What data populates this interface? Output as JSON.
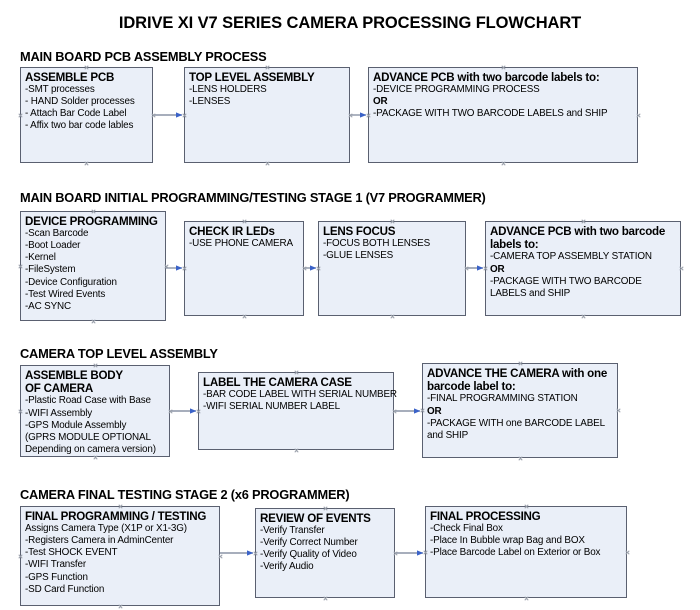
{
  "document": {
    "title": "IDRIVE XI V7 SERIES CAMERA PROCESSING FLOWCHART"
  },
  "colors": {
    "node_fill": "#eaeff8",
    "node_border": "#5a6070",
    "connector": "#8a93a6",
    "arrowhead": "#3a62c8",
    "text": "#000000"
  },
  "sections": [
    {
      "header": "MAIN BOARD PCB ASSEMBLY PROCESS",
      "nodes": [
        {
          "title": "ASSEMBLE PCB",
          "lines": [
            {
              "text": "-SMT processes",
              "bold": false
            },
            {
              "text": "- HAND Solder processes",
              "bold": false
            },
            {
              "text": "- Attach Bar Code Label",
              "bold": false
            },
            {
              "text": "- Affix two bar code lables",
              "bold": false
            }
          ]
        },
        {
          "title": "TOP LEVEL ASSEMBLY",
          "lines": [
            {
              "text": "-LENS HOLDERS",
              "bold": false
            },
            {
              "text": "-LENSES",
              "bold": false
            }
          ]
        },
        {
          "title": "ADVANCE PCB with two barcode labels to:",
          "lines": [
            {
              "text": "-DEVICE PROGRAMMING PROCESS",
              "bold": false
            },
            {
              "text": "OR",
              "bold": true
            },
            {
              "text": "-PACKAGE WITH TWO BARCODE LABELS and SHIP",
              "bold": false
            }
          ]
        }
      ]
    },
    {
      "header": "MAIN BOARD INITIAL PROGRAMMING/TESTING STAGE 1 (V7 PROGRAMMER)",
      "nodes": [
        {
          "title": "DEVICE PROGRAMMING",
          "lines": [
            {
              "text": "-Scan Barcode",
              "bold": false
            },
            {
              "text": "-Boot Loader",
              "bold": false
            },
            {
              "text": "-Kernel",
              "bold": false
            },
            {
              "text": "-FileSystem",
              "bold": false
            },
            {
              "text": "-Device Configuration",
              "bold": false
            },
            {
              "text": "-Test Wired Events",
              "bold": false
            },
            {
              "text": "-AC SYNC",
              "bold": false
            }
          ]
        },
        {
          "title": "CHECK IR LEDs",
          "lines": [
            {
              "text": "-USE PHONE CAMERA",
              "bold": false
            }
          ]
        },
        {
          "title": "LENS FOCUS",
          "lines": [
            {
              "text": "-FOCUS BOTH LENSES",
              "bold": false
            },
            {
              "text": "-GLUE LENSES",
              "bold": false
            }
          ]
        },
        {
          "title": "ADVANCE PCB with two barcode labels to:",
          "lines": [
            {
              "text": "-CAMERA TOP ASSEMBLY STATION",
              "bold": false
            },
            {
              "text": "OR",
              "bold": true
            },
            {
              "text": "-PACKAGE WITH TWO BARCODE LABELS and SHIP",
              "bold": false
            }
          ]
        }
      ]
    },
    {
      "header": "CAMERA TOP LEVEL ASSEMBLY",
      "nodes": [
        {
          "title": "ASSEMBLE BODY OF CAMERA",
          "lines": [
            {
              "text": "-Plastic Road Case with Base",
              "bold": false
            },
            {
              "text": "-WIFI Assembly",
              "bold": false
            },
            {
              "text": "-GPS Module Assembly",
              "bold": false
            },
            {
              "text": "(GPRS MODULE OPTIONAL",
              "bold": false
            },
            {
              "text": "Depending on camera version)",
              "bold": false
            }
          ]
        },
        {
          "title": "LABEL THE CAMERA CASE",
          "lines": [
            {
              "text": "-BAR CODE LABEL WITH SERIAL NUMBER",
              "bold": false
            },
            {
              "text": "-WIFI SERIAL NUMBER LABEL",
              "bold": false
            }
          ]
        },
        {
          "title": "ADVANCE THE CAMERA with one barcode label to:",
          "lines": [
            {
              "text": "-FINAL PROGRAMMING STATION",
              "bold": false
            },
            {
              "text": "OR",
              "bold": true
            },
            {
              "text": "-PACKAGE WITH one BARCODE LABEL and SHIP",
              "bold": false
            }
          ]
        }
      ]
    },
    {
      "header": "CAMERA FINAL TESTING STAGE 2 (x6 PROGRAMMER)",
      "nodes": [
        {
          "title": "FINAL PROGRAMMING / TESTING",
          "lines": [
            {
              "text": "Assigns Camera Type (X1P or X1-3G)",
              "bold": false
            },
            {
              "text": "-Registers Camera in AdminCenter",
              "bold": false
            },
            {
              "text": "-Test SHOCK EVENT",
              "bold": false
            },
            {
              "text": "-WIFI Transfer",
              "bold": false
            },
            {
              "text": "-GPS Function",
              "bold": false
            },
            {
              "text": "-SD Card Function",
              "bold": false
            }
          ]
        },
        {
          "title": "REVIEW OF EVENTS",
          "lines": [
            {
              "text": "-Verify Transfer",
              "bold": false
            },
            {
              "text": "-Verify Correct Number",
              "bold": false
            },
            {
              "text": "-Verify Quality of Video",
              "bold": false
            },
            {
              "text": "-Verify Audio",
              "bold": false
            }
          ]
        },
        {
          "title": "FINAL PROCESSING",
          "lines": [
            {
              "text": " -Check Final Box",
              "bold": false
            },
            {
              "text": "-Place In Bubble wrap Bag and BOX",
              "bold": false
            },
            {
              "text": "-Place Barcode Label on Exterior or Box",
              "bold": false
            }
          ]
        }
      ]
    }
  ]
}
